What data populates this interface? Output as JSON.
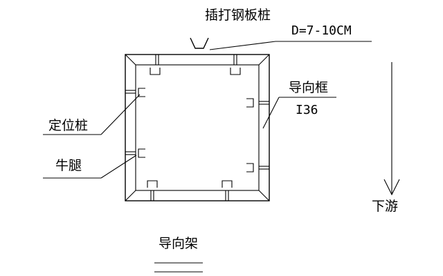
{
  "labels": {
    "sheet_pile": "插打钢板桩",
    "spacing": "D=7-10CM",
    "guide_frame": "导向框",
    "section": "I36",
    "positioning_pile": "定位桩",
    "bracket": "牛腿",
    "downstream": "下游",
    "caption": "导向架"
  }
}
